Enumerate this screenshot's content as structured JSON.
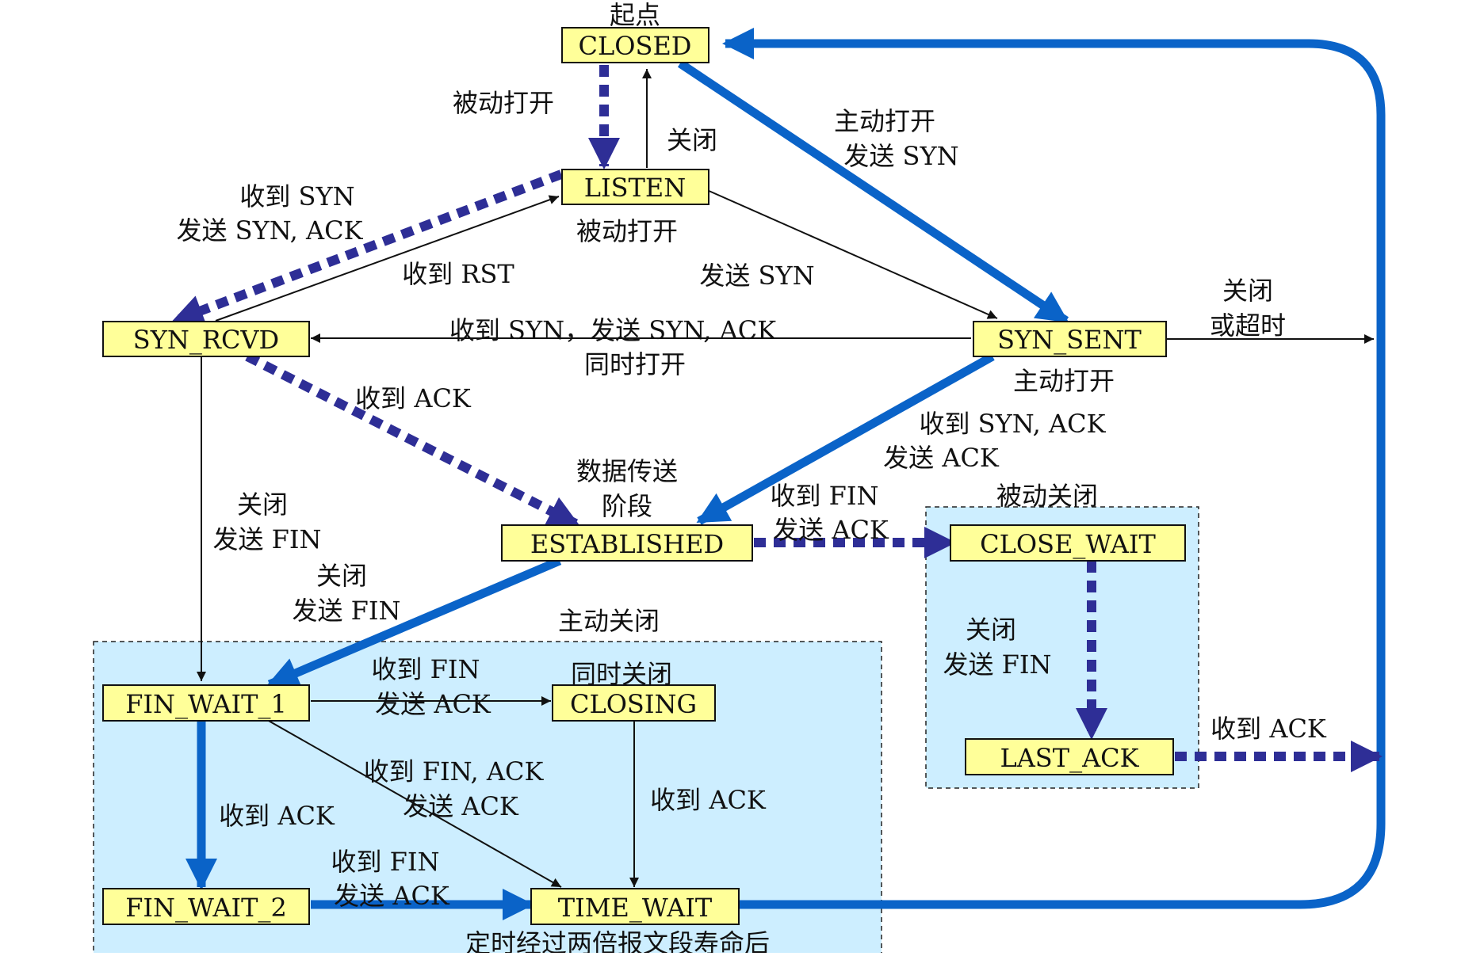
{
  "colors": {
    "state_fill": "#ffff99",
    "state_stroke": "#111111",
    "region_fill": "#cdeeff",
    "client_arrow": "#0a63c8",
    "server_arrow": "#2e2e96",
    "thin_arrow": "#111111"
  },
  "states": {
    "closed": "CLOSED",
    "listen": "LISTEN",
    "syn_rcvd": "SYN_RCVD",
    "syn_sent": "SYN_SENT",
    "established": "ESTABLISHED",
    "close_wait": "CLOSE_WAIT",
    "last_ack": "LAST_ACK",
    "fin_wait_1": "FIN_WAIT_1",
    "closing": "CLOSING",
    "fin_wait_2": "FIN_WAIT_2",
    "time_wait": "TIME_WAIT"
  },
  "labels": {
    "start": "起点",
    "passive_open_top": "被动打开",
    "close_listen": "关闭",
    "active_open_1": "主动打开",
    "active_open_2": "发送 SYN",
    "recv_syn_1": "收到 SYN",
    "recv_syn_2": "发送 SYN, ACK",
    "passive_open_below": "被动打开",
    "recv_rst": "收到 RST",
    "send_syn": "发送 SYN",
    "close_timeout_1": "关闭",
    "close_timeout_2": "或超时",
    "simul_open_1": "收到 SYN，发送 SYN, ACK",
    "simul_open_2": "同时打开",
    "active_open_label": "主动打开",
    "recv_ack_est": "收到 ACK",
    "synack_1": "收到 SYN, ACK",
    "synack_2": "发送 ACK",
    "data_1": "数据传送",
    "data_2": "阶段",
    "passive_close": "被动关闭",
    "recv_fin_1": "收到 FIN",
    "recv_fin_2": "发送 ACK",
    "rcvd_close_1": "关闭",
    "rcvd_close_2": "发送 FIN",
    "est_close_1": "关闭",
    "est_close_2": "发送 FIN",
    "active_close": "主动关闭",
    "cw_close_1": "关闭",
    "cw_close_2": "发送 FIN",
    "simul_close": "同时关闭",
    "fw1_fin_1": "收到 FIN",
    "fw1_fin_2": "发送 ACK",
    "last_recv_ack": "收到 ACK",
    "finack_1": "收到 FIN, ACK",
    "finack_2": "发送 ACK",
    "fw1_recv_ack": "收到 ACK",
    "closing_recv_ack": "收到 ACK",
    "fw2_fin_1": "收到 FIN",
    "fw2_fin_2": "发送 ACK",
    "timeout": "定时经过两倍报文段寿命后"
  }
}
